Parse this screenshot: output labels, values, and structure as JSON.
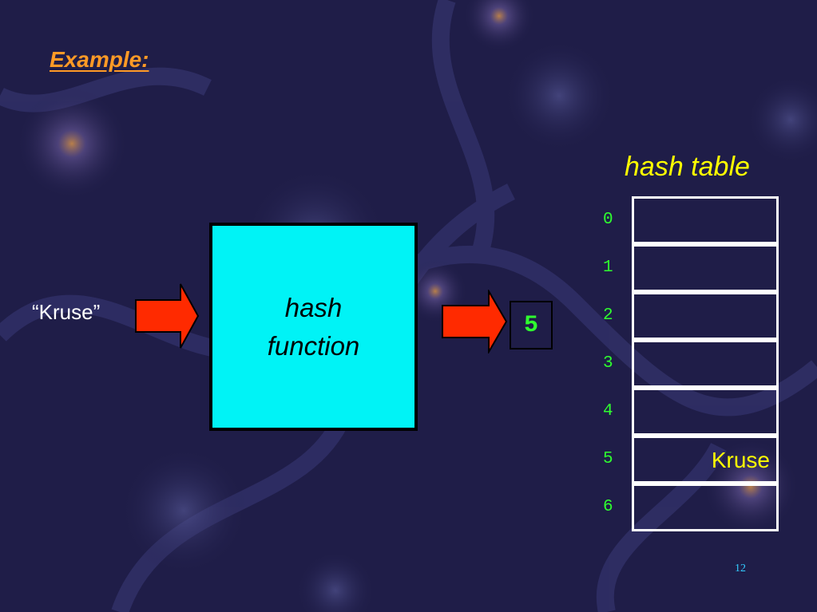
{
  "slide": {
    "title": "Example:",
    "page_number": "12",
    "background_color": "#1f1d48"
  },
  "diagram": {
    "input_label": "“Kruse”",
    "function_line1": "hash",
    "function_line2": "function",
    "function_box_color": "#00f3f6",
    "arrow_color": "#ff2a00",
    "result_value": "5"
  },
  "hash_table": {
    "caption": "hash table",
    "rows": [
      {
        "index": "0",
        "value": ""
      },
      {
        "index": "1",
        "value": ""
      },
      {
        "index": "2",
        "value": ""
      },
      {
        "index": "3",
        "value": ""
      },
      {
        "index": "4",
        "value": ""
      },
      {
        "index": "5",
        "value": "Kruse"
      },
      {
        "index": "6",
        "value": ""
      }
    ]
  }
}
